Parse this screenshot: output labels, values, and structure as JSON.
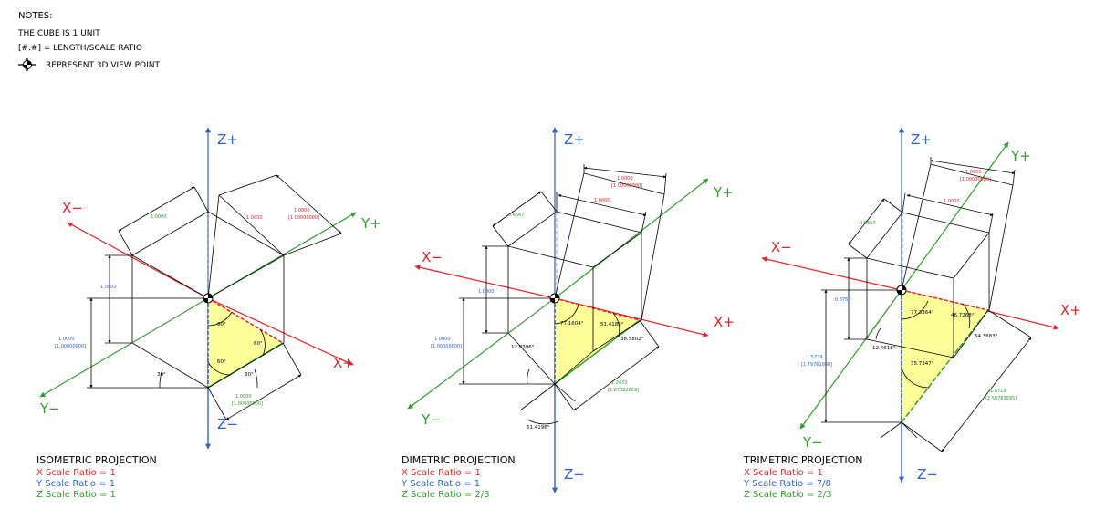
{
  "notes": {
    "heading": "NOTES:",
    "line1": "THE CUBE IS 1 UNIT",
    "line2": "[#.#] = LENGTH/SCALE RATIO",
    "line3": "REPRESENT 3D VIEW POINT"
  },
  "colors": {
    "x": "#e8222b",
    "y": "#2da02d",
    "z": "#2b5fd9",
    "fill": "#ffff99"
  },
  "axes": {
    "x_plus": "X+",
    "x_minus": "X−",
    "y_plus": "Y+",
    "y_minus": "Y−",
    "z_plus": "Z+",
    "z_minus": "Z−"
  },
  "iso": {
    "title": "ISOMETRIC PROJECTION",
    "rx": "X Scale Ratio = 1",
    "ry": "Y Scale Ratio = 1",
    "rz": "Z Scale Ratio = 1",
    "d_left": "1.0000",
    "d_top": "1.0000",
    "d_red": "1.0000",
    "d_red2": "[1.00000000]",
    "d_blue": "1.0000",
    "d_blue2": "1.0000",
    "d_blue3": "[1.00000000]",
    "d_green": "1.0000",
    "d_green2": "[1.00000000]",
    "a1": "60°",
    "a2": "60°",
    "a3": "60°",
    "a4": "30°",
    "a5": "30°"
  },
  "di": {
    "title": "DIMETRIC PROJECTION",
    "rx": "X Scale Ratio = 1",
    "ry": "Y Scale Ratio = 1",
    "rz": "Z Scale Ratio = 2/3",
    "d_green": "0.6667",
    "d_top": "1.0000",
    "d_top2": "1.0000",
    "d_top3": "[1.00000000]",
    "d_blue": "1.0000",
    "d_blue2": "1.0000",
    "d_blue3": "[1.00000000]",
    "d_green2": "1.2472",
    "d_green3": "[1.87082869]",
    "a1": "77.1604°",
    "a2": "51.4188°",
    "a3": "38.5802°",
    "a4": "12.8396°",
    "a5": "51.4196°"
  },
  "tri": {
    "title": "TRIMETRIC PROJECTION",
    "rx": "X Scale Ratio = 1",
    "ry": "Y Scale Ratio = 7/8",
    "rz": "Z Scale Ratio = 2/3",
    "d_green": "0.6667",
    "d_top": "1.0000",
    "d_top2": "1.0000",
    "d_top3": "[1.00000000]",
    "d_blue": "0.8750",
    "d_blue2": "1.5729",
    "d_blue3": "[1.79761080]",
    "d_green2": "1.6719",
    "d_green3": "[2.50783595]",
    "a1": "77.3364°",
    "a2": "46.7268°",
    "a3": "54.3683°",
    "a4": "12.4618°",
    "a5": "35.7347°"
  }
}
